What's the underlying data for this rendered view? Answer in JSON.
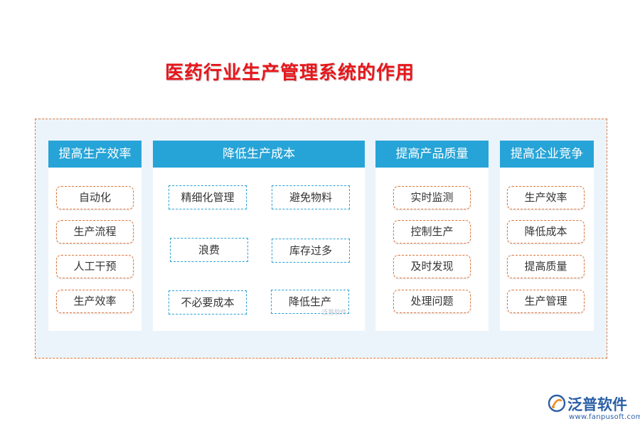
{
  "title": "医药行业生产管理系统的作用",
  "columns": [
    {
      "heading": "提高生产效率",
      "items": [
        "自动化",
        "生产流程",
        "人工干预",
        "生产效率"
      ]
    },
    {
      "heading": "降低生产成本",
      "items": [
        "精细化管理",
        "避免物料",
        "浪费",
        "库存过多",
        "不必要成本",
        "降低生产"
      ]
    },
    {
      "heading": "提高产品质量",
      "items": [
        "实时监测",
        "控制生产",
        "及时发现",
        "处理问题"
      ]
    },
    {
      "heading": "提高企业竞争",
      "items": [
        "生产效率",
        "降低成本",
        "提高质量",
        "生产管理"
      ]
    }
  ],
  "watermark": "泛普软件",
  "logo": {
    "name": "泛普软件",
    "url": "www.fanpusoft.com"
  },
  "colors": {
    "title": "#e8161b",
    "header": "#27a4d7",
    "pill_border": "#e0743a",
    "tag_border": "#2aa1d6",
    "panel": "#ecf4fb"
  }
}
